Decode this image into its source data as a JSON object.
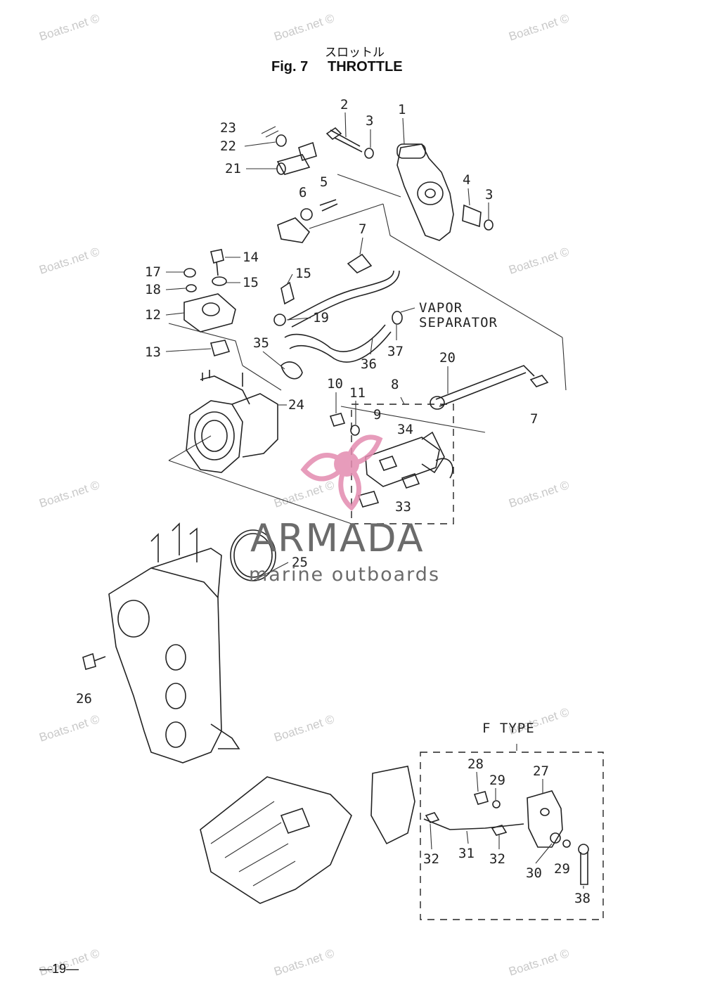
{
  "header": {
    "title_japanese": "スロットル",
    "figure_label": "Fig. 7",
    "figure_title": "THROTTLE"
  },
  "page_number": "—19—",
  "callouts": [
    "1",
    "2",
    "3",
    "3",
    "4",
    "5",
    "6",
    "7",
    "7",
    "8",
    "9",
    "10",
    "11",
    "12",
    "13",
    "14",
    "15",
    "15",
    "17",
    "18",
    "19",
    "20",
    "21",
    "22",
    "23",
    "24",
    "25",
    "26",
    "27",
    "28",
    "29",
    "29",
    "30",
    "31",
    "32",
    "32",
    "33",
    "34",
    "35",
    "36",
    "37",
    "38"
  ],
  "notes": {
    "vapor_line1": "VAPOR",
    "vapor_line2": "SEPARATOR",
    "ftype": "F TYPE"
  },
  "watermarks": {
    "text": "Boats.net ©"
  },
  "brand": {
    "name": "ARMADA",
    "tagline": "marine outboards",
    "logo_color": "#e38bb0"
  }
}
